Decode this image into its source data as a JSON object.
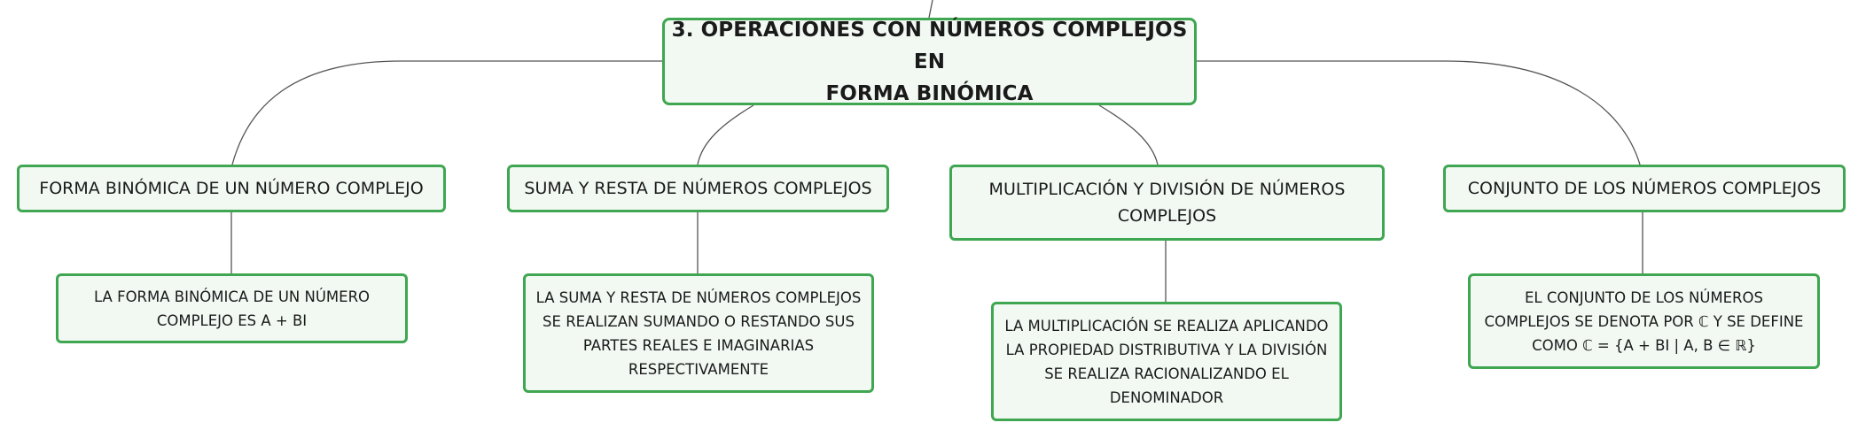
{
  "root": {
    "label": "3. OPERACIONES CON NÚMEROS COMPLEJOS EN\nFORMA BINÓMICA"
  },
  "branches": [
    {
      "label": "FORMA BINÓMICA DE UN NÚMERO COMPLEJO",
      "detail": "LA FORMA BINÓMICA DE UN NÚMERO\nCOMPLEJO ES A + BI"
    },
    {
      "label": "SUMA Y RESTA DE NÚMEROS COMPLEJOS",
      "detail": "LA SUMA Y RESTA DE NÚMEROS COMPLEJOS\nSE REALIZAN SUMANDO O RESTANDO SUS\nPARTES REALES E IMAGINARIAS\nRESPECTIVAMENTE"
    },
    {
      "label": "MULTIPLICACIÓN Y DIVISIÓN DE NÚMEROS\nCOMPLEJOS",
      "detail": "LA MULTIPLICACIÓN SE REALIZA APLICANDO\nLA PROPIEDAD DISTRIBUTIVA Y LA DIVISIÓN\nSE REALIZA RACIONALIZANDO EL\nDENOMINADOR"
    },
    {
      "label": "CONJUNTO DE LOS NÚMEROS COMPLEJOS",
      "detail": "EL CONJUNTO DE LOS NÚMEROS\nCOMPLEJOS SE DENOTA POR ℂ Y SE DEFINE\nCOMO ℂ = {A + BI | A, B ∈ ℝ}"
    }
  ],
  "colors": {
    "node_border": "#3fa651",
    "node_fill": "#f2f9f3",
    "connector": "#555555"
  }
}
